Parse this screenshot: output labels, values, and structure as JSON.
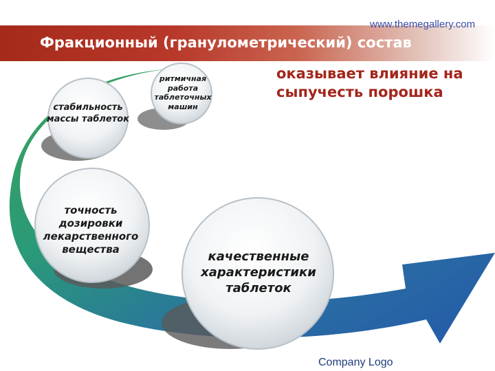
{
  "header": {
    "title": "Фракционный (гранулометрический) состав",
    "website": "www.themegallery.com"
  },
  "statement": "оказывает влияние на сыпучесть порошка",
  "circles": [
    {
      "label": "стабильность массы таблеток"
    },
    {
      "label": "ритмичная работа таблеточных машин"
    },
    {
      "label": "точность дозировки лекарственного вещества"
    },
    {
      "label": "качественные характеристики таблеток"
    }
  ],
  "footer": {
    "company_logo": "Company Logo"
  },
  "colors": {
    "title_bar": "#a52a1a",
    "statement": "#a3261b",
    "arrow_green": "#2e9e5c",
    "arrow_blue": "#2a63a8"
  }
}
